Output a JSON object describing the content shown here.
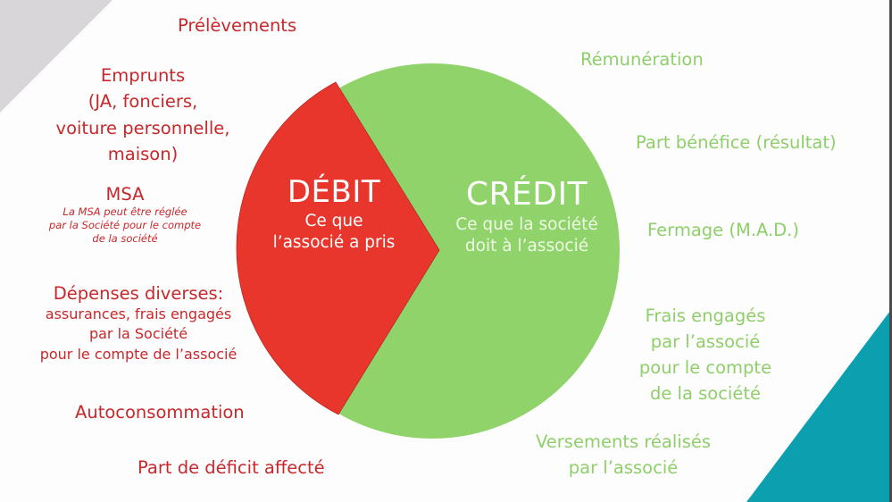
{
  "colors": {
    "debit_red": "#e8362d",
    "credit_green": "#8fd36a",
    "debit_text": "#c8282b",
    "credit_text": "#8fcf6a",
    "corner_grey": "#d8d6d8",
    "corner_teal": "#0b9fb0",
    "background": "#fdfdfd"
  },
  "center": {
    "debit": {
      "title": "DÉBIT",
      "line1": "Ce que",
      "line2": "l’associé a pris"
    },
    "credit": {
      "title": "CRÉDIT",
      "line1": "Ce que la société",
      "line2": "doit à l’associé"
    }
  },
  "debit_items": {
    "prelevements": "Prélèvements",
    "emprunts": {
      "line1": "Emprunts",
      "line2": "(JA, fonciers,",
      "line3": "voiture personnelle,",
      "line4": "maison)"
    },
    "msa": {
      "title": "MSA",
      "note1": "La MSA peut être réglée",
      "note2": "par la Société pour le compte",
      "note3": "de la société"
    },
    "depenses": {
      "title": "Dépenses diverses:",
      "line1": "assurances, frais engagés",
      "line2": "par la Société",
      "line3": "pour le compte de l’associé"
    },
    "autoconsommation": "Autoconsommation",
    "deficit": "Part de déficit affecté"
  },
  "credit_items": {
    "remuneration": "Rémunération",
    "benefice": "Part bénéfice (résultat)",
    "fermage": "Fermage (M.A.D.)",
    "frais": {
      "line1": "Frais engagés",
      "line2": "par l’associé",
      "line3": "pour le compte",
      "line4": "de la société"
    },
    "versements": {
      "line1": "Versements réalisés",
      "line2": "par l’associé"
    }
  }
}
